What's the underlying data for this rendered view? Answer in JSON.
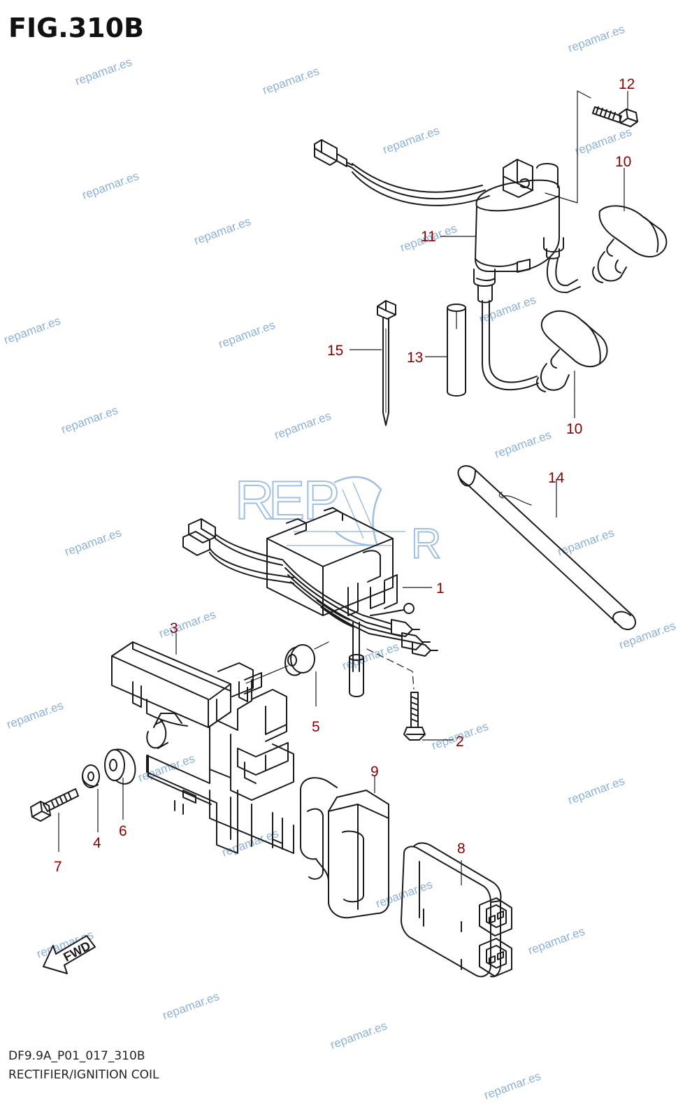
{
  "figure": {
    "title": "FIG.310B",
    "code": "DF9.9A_P01_017_310B",
    "name": "RECTIFIER/IGNITION COIL"
  },
  "colors": {
    "line": "#1a1a1a",
    "callout": "#8b0000",
    "watermark": "#7aa3d4",
    "logo": "#9fbfe3"
  },
  "watermark": {
    "text": "repamar.es"
  },
  "logo": {
    "letters": [
      "R",
      "E",
      "P",
      "R"
    ]
  },
  "arrow": {
    "label": "FWD"
  },
  "callouts": {
    "c12": "12",
    "c10a": "10",
    "c11": "11",
    "c15": "15",
    "c13": "13",
    "c10b": "10",
    "c14": "14",
    "c1": "1",
    "c3": "3",
    "c5": "5",
    "c2": "2",
    "c9": "9",
    "c7": "7",
    "c4": "4",
    "c6": "6",
    "c8": "8"
  }
}
